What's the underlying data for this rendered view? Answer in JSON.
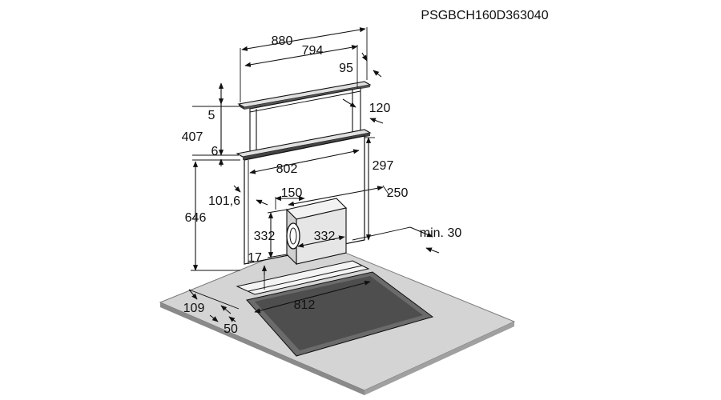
{
  "model_code": "PSGBCH160D363040",
  "dimensions": {
    "d880": "880",
    "d794": "794",
    "d95": "95",
    "d5": "5",
    "d120": "120",
    "d407": "407",
    "d6": "6",
    "d802": "802",
    "d297": "297",
    "d150": "150",
    "d250": "250",
    "d101_6": "101,6",
    "d646": "646",
    "d332_h": "332",
    "d332_w": "332",
    "min30": "min. 30",
    "d17": "17",
    "d109": "109",
    "d812": "812",
    "d50": "50"
  },
  "colors": {
    "countertop": "#d4d4d4",
    "countertop_edge": "#7a7a7a",
    "hob": "#6b6b6b",
    "panel_front": "#ffffff",
    "outline": "#111111",
    "motor": "#e6e6e6"
  }
}
